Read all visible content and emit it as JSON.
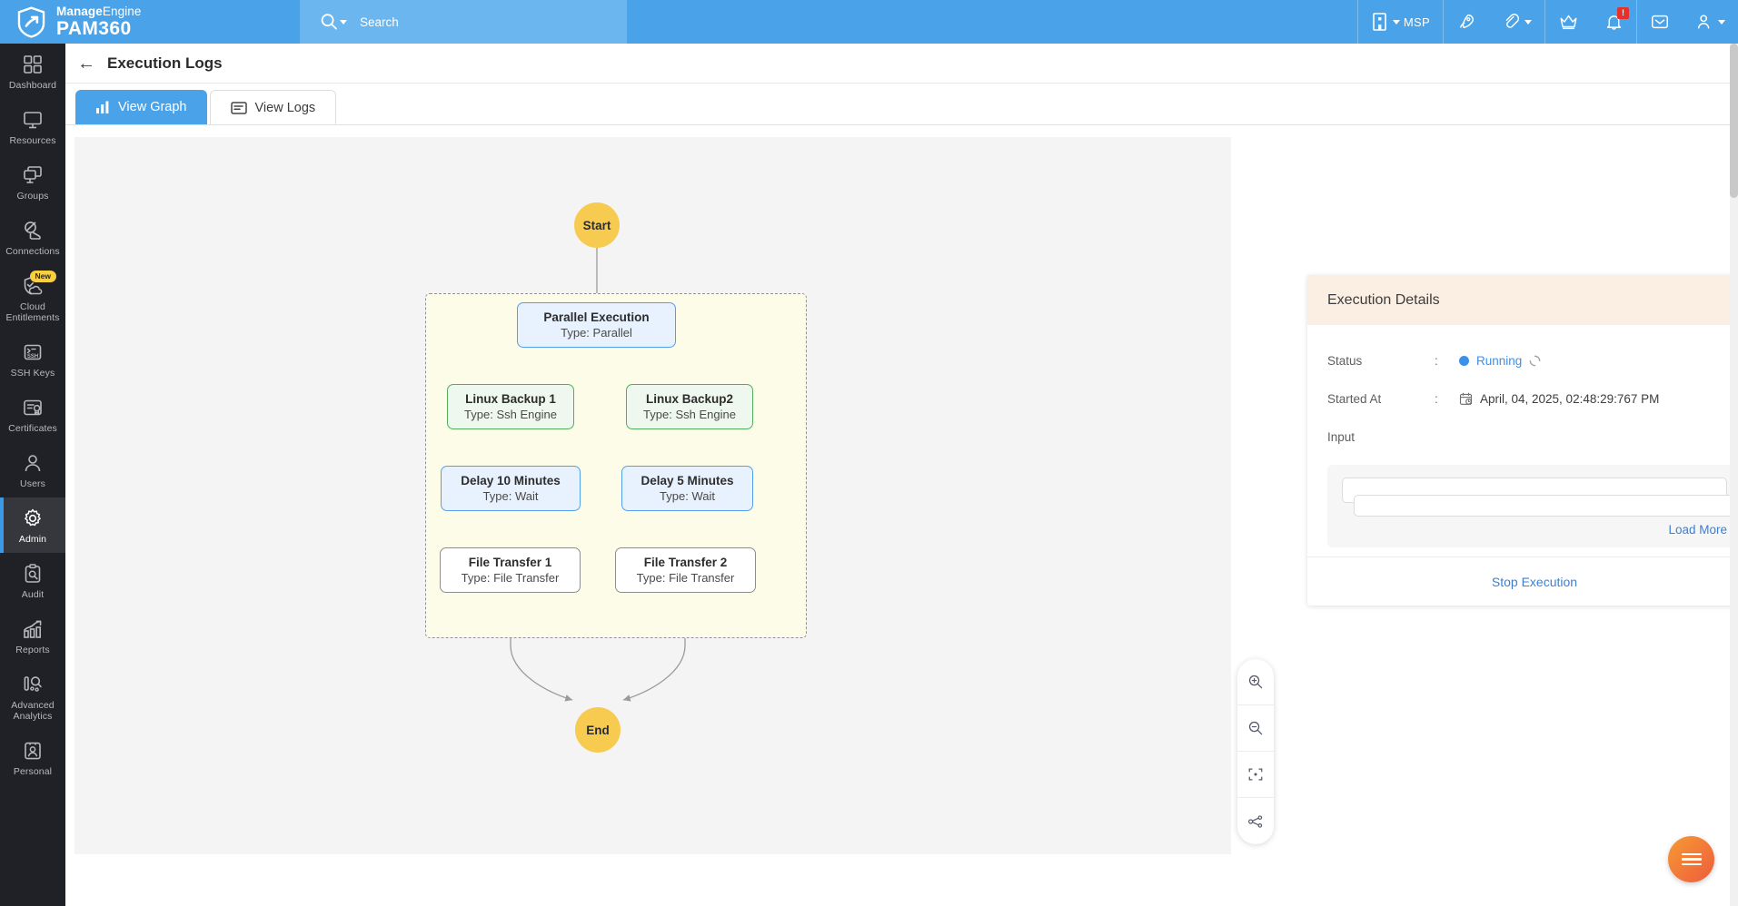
{
  "brand": {
    "company_prefix": "Manage",
    "company_suffix": "Engine",
    "product": "PAM360",
    "logo_icon": "shield-arrow-logo"
  },
  "search": {
    "placeholder": "Search",
    "icon": "search-icon"
  },
  "topbar": {
    "org_label": "MSP",
    "org_icon": "building-icon",
    "actions": [
      {
        "name": "rocket-icon",
        "label": ""
      },
      {
        "name": "link-icon",
        "label": ""
      },
      {
        "name": "crown-icon",
        "label": ""
      },
      {
        "name": "bell-icon",
        "label": "",
        "badge": "!"
      },
      {
        "name": "mail-icon",
        "label": ""
      },
      {
        "name": "user-account-icon",
        "label": ""
      }
    ]
  },
  "sidebar": {
    "items": [
      {
        "label": "Dashboard",
        "icon": "grid-icon",
        "active": false
      },
      {
        "label": "Resources",
        "icon": "monitor-icon",
        "active": false
      },
      {
        "label": "Groups",
        "icon": "monitors-stack-icon",
        "active": false
      },
      {
        "label": "Connections",
        "icon": "satellite-dish-icon",
        "active": false
      },
      {
        "label": "Cloud Entitlements",
        "icon": "cloud-shield-check-icon",
        "active": false,
        "badge": "New"
      },
      {
        "label": "SSH Keys",
        "icon": "ssh-terminal-icon",
        "active": false
      },
      {
        "label": "Certificates",
        "icon": "certificate-icon",
        "active": false
      },
      {
        "label": "Users",
        "icon": "user-icon",
        "active": false
      },
      {
        "label": "Admin",
        "icon": "gear-icon",
        "active": true
      },
      {
        "label": "Audit",
        "icon": "clipboard-search-icon",
        "active": false
      },
      {
        "label": "Reports",
        "icon": "bar-chart-trend-icon",
        "active": false
      },
      {
        "label": "Advanced Analytics",
        "icon": "analytics-icon",
        "active": false
      },
      {
        "label": "Personal",
        "icon": "id-card-icon",
        "active": false
      }
    ]
  },
  "page": {
    "title": "Execution Logs",
    "back_icon": "arrow-left-icon"
  },
  "tabs": [
    {
      "label": "View Graph",
      "icon": "bar-chart-icon",
      "active": true
    },
    {
      "label": "View Logs",
      "icon": "document-lines-icon",
      "active": false
    }
  ],
  "graph": {
    "nodes": [
      {
        "id": "start",
        "label": "Start",
        "shape": "circle",
        "style": "yellow"
      },
      {
        "id": "parallel",
        "label": "Parallel Execution",
        "type": "Type: Parallel",
        "style": "blue"
      },
      {
        "id": "backup1",
        "label": "Linux Backup 1",
        "type": "Type: Ssh Engine",
        "style": "green"
      },
      {
        "id": "backup2",
        "label": "Linux Backup2",
        "type": "Type: Ssh Engine",
        "style": "green"
      },
      {
        "id": "delay10",
        "label": "Delay 10 Minutes",
        "type": "Type: Wait",
        "style": "blue"
      },
      {
        "id": "delay5",
        "label": "Delay 5 Minutes",
        "type": "Type: Wait",
        "style": "blue"
      },
      {
        "id": "ft1",
        "label": "File Transfer 1",
        "type": "Type: File Transfer",
        "style": "gray"
      },
      {
        "id": "ft2",
        "label": "File Transfer 2",
        "type": "Type: File Transfer",
        "style": "gray"
      },
      {
        "id": "end",
        "label": "End",
        "shape": "circle",
        "style": "yellow"
      }
    ],
    "controls": [
      {
        "name": "zoom-in-icon"
      },
      {
        "name": "zoom-out-icon"
      },
      {
        "name": "fit-to-screen-icon"
      },
      {
        "name": "layout-graph-icon"
      }
    ]
  },
  "details": {
    "title": "Execution Details",
    "status_label": "Status",
    "status_value": "Running",
    "started_label": "Started At",
    "started_value": "April, 04, 2025, 02:48:29:767 PM",
    "started_icon": "calendar-clock-icon",
    "input_label": "Input",
    "load_more": "Load More",
    "stop_execution": "Stop Execution",
    "colon": ":"
  },
  "fab": {
    "icon": "menu-bars-icon"
  },
  "colors": {
    "brand_blue": "#4aa3e8",
    "accent_link": "#3b7fd4",
    "status_running": "#3b90ec",
    "node_yellow": "#f7ca50",
    "node_blue_border": "#54a0e8",
    "node_green_border": "#53ae5c",
    "node_gray_border": "#8d8d8d",
    "group_bg": "#fdfce8",
    "details_header_bg": "#fbeee2",
    "sidebar_bg": "#1f2126",
    "badge_red": "#e8302a",
    "badge_new": "#f7cf3f"
  }
}
